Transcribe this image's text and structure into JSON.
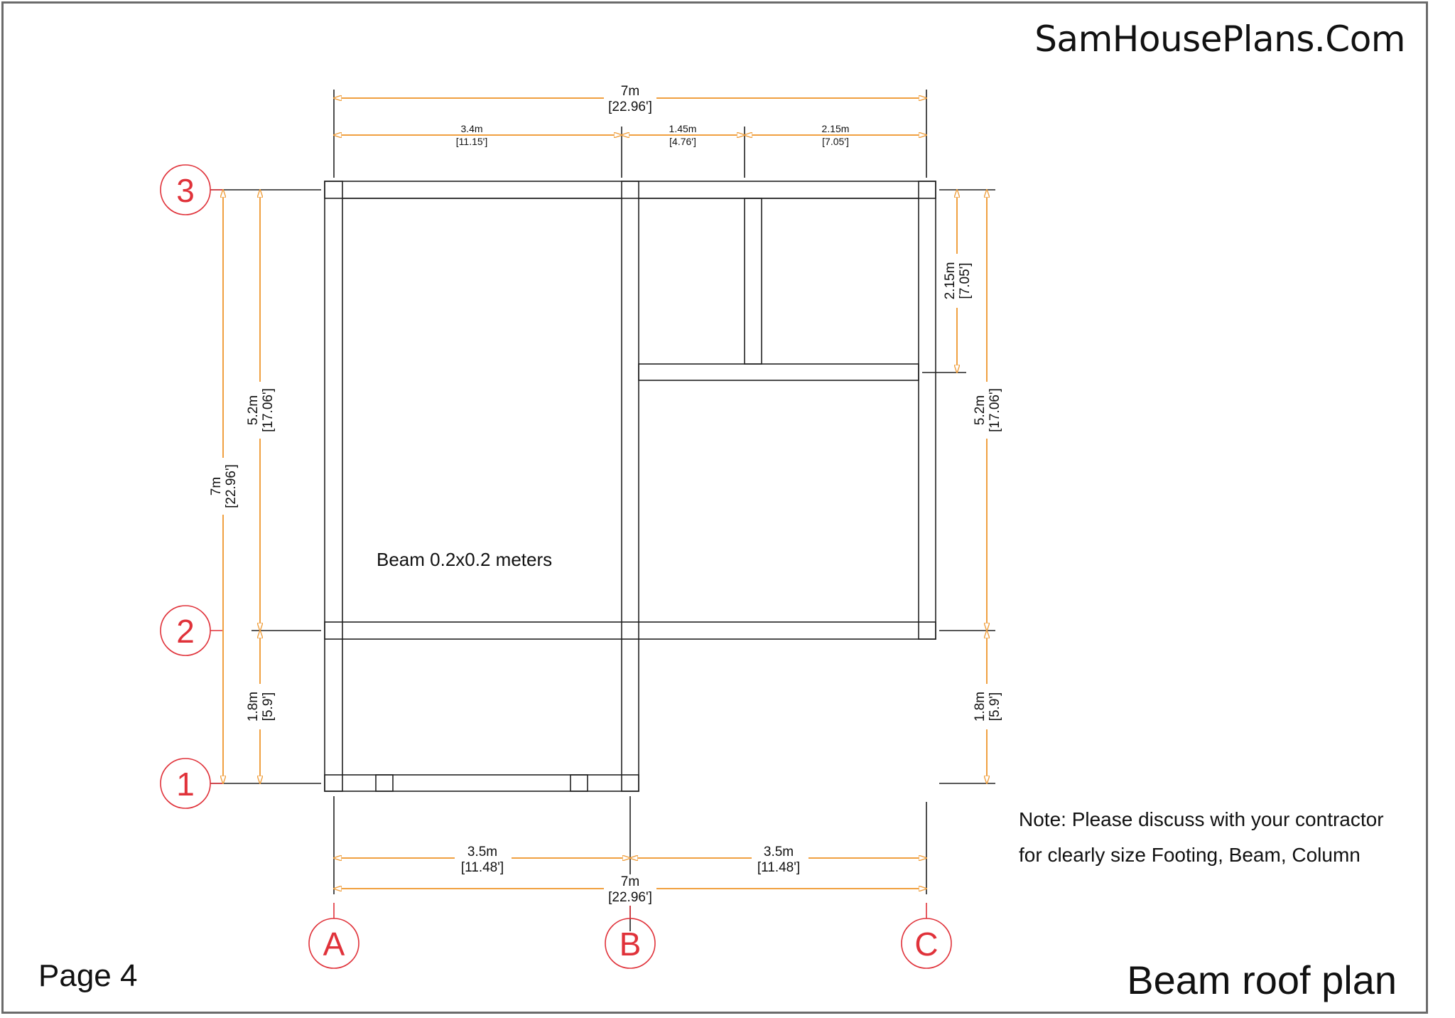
{
  "header": {
    "site_name": "SamHousePlans.Com"
  },
  "footer": {
    "page_label": "Page 4",
    "drawing_title": "Beam roof plan"
  },
  "annotations": {
    "beam_label": "Beam 0.2x0.2 meters",
    "note_line1": "Note: Please discuss with your contractor",
    "note_line2": "for clearly size Footing, Beam, Column"
  },
  "grid": {
    "columns": [
      "A",
      "B",
      "C"
    ],
    "rows": [
      "3",
      "2",
      "1"
    ]
  },
  "dimensions": {
    "top": {
      "overall": {
        "m": "7m",
        "ft": "[22.96']"
      },
      "segments": [
        {
          "m": "3.4m",
          "ft": "[11.15']"
        },
        {
          "m": "1.45m",
          "ft": "[4.76']"
        },
        {
          "m": "2.15m",
          "ft": "[7.05']"
        }
      ]
    },
    "bottom": {
      "segments": [
        {
          "m": "3.5m",
          "ft": "[11.48']"
        },
        {
          "m": "3.5m",
          "ft": "[11.48']"
        }
      ],
      "overall": {
        "m": "7m",
        "ft": "[22.96']"
      }
    },
    "left": {
      "overall": {
        "m": "7m",
        "ft": "[22.96']"
      },
      "segments": [
        {
          "m": "5.2m",
          "ft": "[17.06']"
        },
        {
          "m": "1.8m",
          "ft": "[5.9']"
        }
      ]
    },
    "right": {
      "segments": [
        {
          "m": "2.15m",
          "ft": "[7.05']"
        },
        {
          "m": "5.2m",
          "ft": "[17.06']"
        },
        {
          "m": "1.8m",
          "ft": "[5.9']"
        }
      ]
    }
  },
  "colors": {
    "grid_bubble": "#e0323a",
    "dimension_line": "#f0a040",
    "beam_line": "#222222",
    "frame": "#6b6b6b"
  }
}
